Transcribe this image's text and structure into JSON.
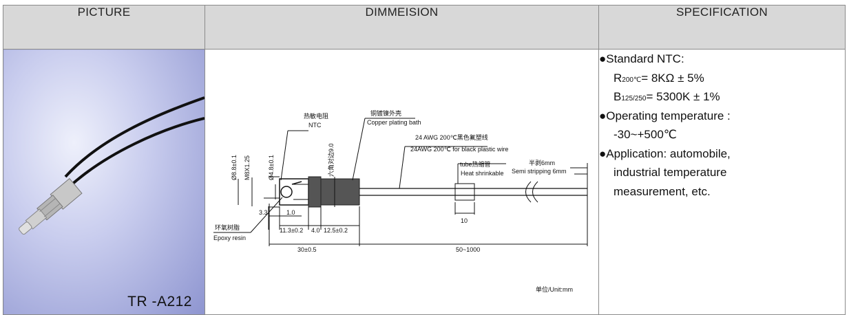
{
  "headers": {
    "picture": "PICTURE",
    "dimension": "DIMMEISION",
    "specification": "SPECIFICATION"
  },
  "picture": {
    "model": "TR -A212"
  },
  "drawing": {
    "thermistor_cn": "热敏电阻",
    "thermistor_en": "NTC",
    "shell_cn": "铜镀镍外壳",
    "shell_en": "Copper plating bath",
    "wire_cn": "24 AWG 200℃黑色氟塑线",
    "wire_en": "24AWG 200℃ for black plastic wire",
    "tube_label": "tube热缩管",
    "tube_en": "Heat shrinkable",
    "strip_cn": "半剥6mm",
    "strip_en": "Semi stripping 6mm",
    "resin_cn": "环氧树脂",
    "resin_en": "Epoxy resin",
    "dim_d88": "Ø8.8±0.1",
    "dim_m8": "M8X1.25",
    "dim_d48": "Ø4.8±0.1",
    "dim_hex": "六角对边9.0",
    "dim_33": "3.3",
    "dim_10": "1.0",
    "dim_113": "11.3±0.2",
    "dim_40": "4.0",
    "dim_125": "12.5±0.2",
    "dim_30": "30±0.5",
    "dim_50": "50~1000",
    "dim_tube": "10",
    "unit": "单位/Unit:mm"
  },
  "specification": {
    "item1_title": "Standard NTC:",
    "r_prefix": "R",
    "r_sub": "200℃",
    "r_value": "= 8KΩ ± 5%",
    "b_prefix": "B",
    "b_sub": "125/250",
    "b_value": "= 5300K ± 1%",
    "item2_title": "Operating temperature :",
    "item2_value": "-30~+500℃",
    "item3_line1": "Application: automobile,",
    "item3_line2": "industrial temperature",
    "item3_line3": "measurement, etc."
  },
  "colors": {
    "header_bg": "#d8d8d8",
    "picture_bg": "#9aa0d6",
    "border": "#8a8a8a"
  }
}
